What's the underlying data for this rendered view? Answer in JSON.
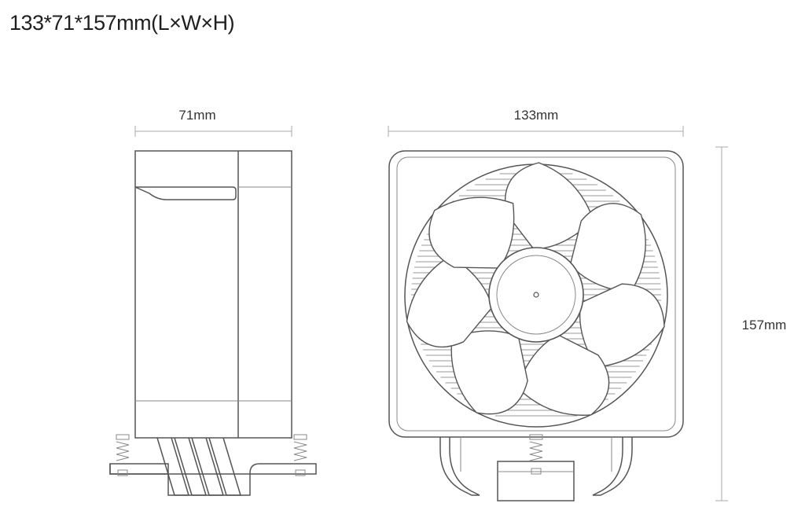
{
  "title": "133*71*157mm(L×W×H)",
  "dimensions": {
    "width_label": "71mm",
    "length_label": "133mm",
    "height_label": "157mm"
  },
  "views": {
    "side": "side-view",
    "front": "front-view"
  },
  "colors": {
    "line": "#555555",
    "dimension": "#aaaaaa",
    "text": "#222222"
  }
}
